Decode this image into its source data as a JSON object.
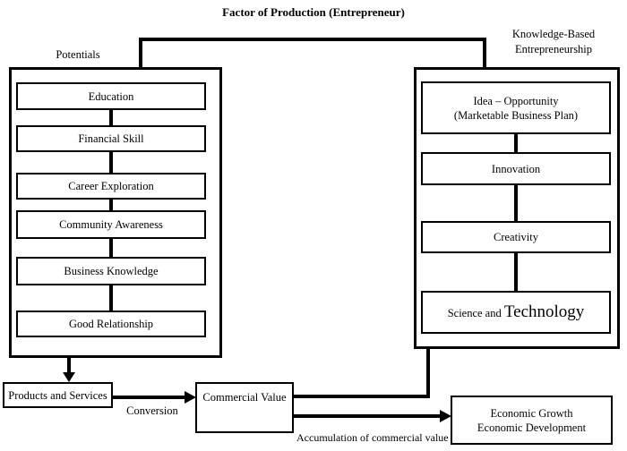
{
  "title": "Factor of Production (Entrepreneur)",
  "colors": {
    "ink": "#000000",
    "background": "#ffffff"
  },
  "left_panel": {
    "label": "Potentials",
    "items": [
      "Education",
      "Financial Skill",
      "Career Exploration",
      "Community Awareness",
      "Business Knowledge",
      "Good Relationship"
    ]
  },
  "right_panel": {
    "label_line1": "Knowledge-Based",
    "label_line2": "Entrepreneurship",
    "idea": {
      "line1": "Idea – Opportunity",
      "line2": "(Marketable Business Plan)"
    },
    "innovation": "Innovation",
    "creativity": "Creativity",
    "science": {
      "prefix": "Science and ",
      "main": "Technology"
    }
  },
  "flow": {
    "products": "Products and Services",
    "conversion": "Conversion",
    "commercial": "Commercial Value",
    "accumulation": "Accumulation of commercial value",
    "economic_line1": "Economic Growth",
    "economic_line2": "Economic Development"
  }
}
